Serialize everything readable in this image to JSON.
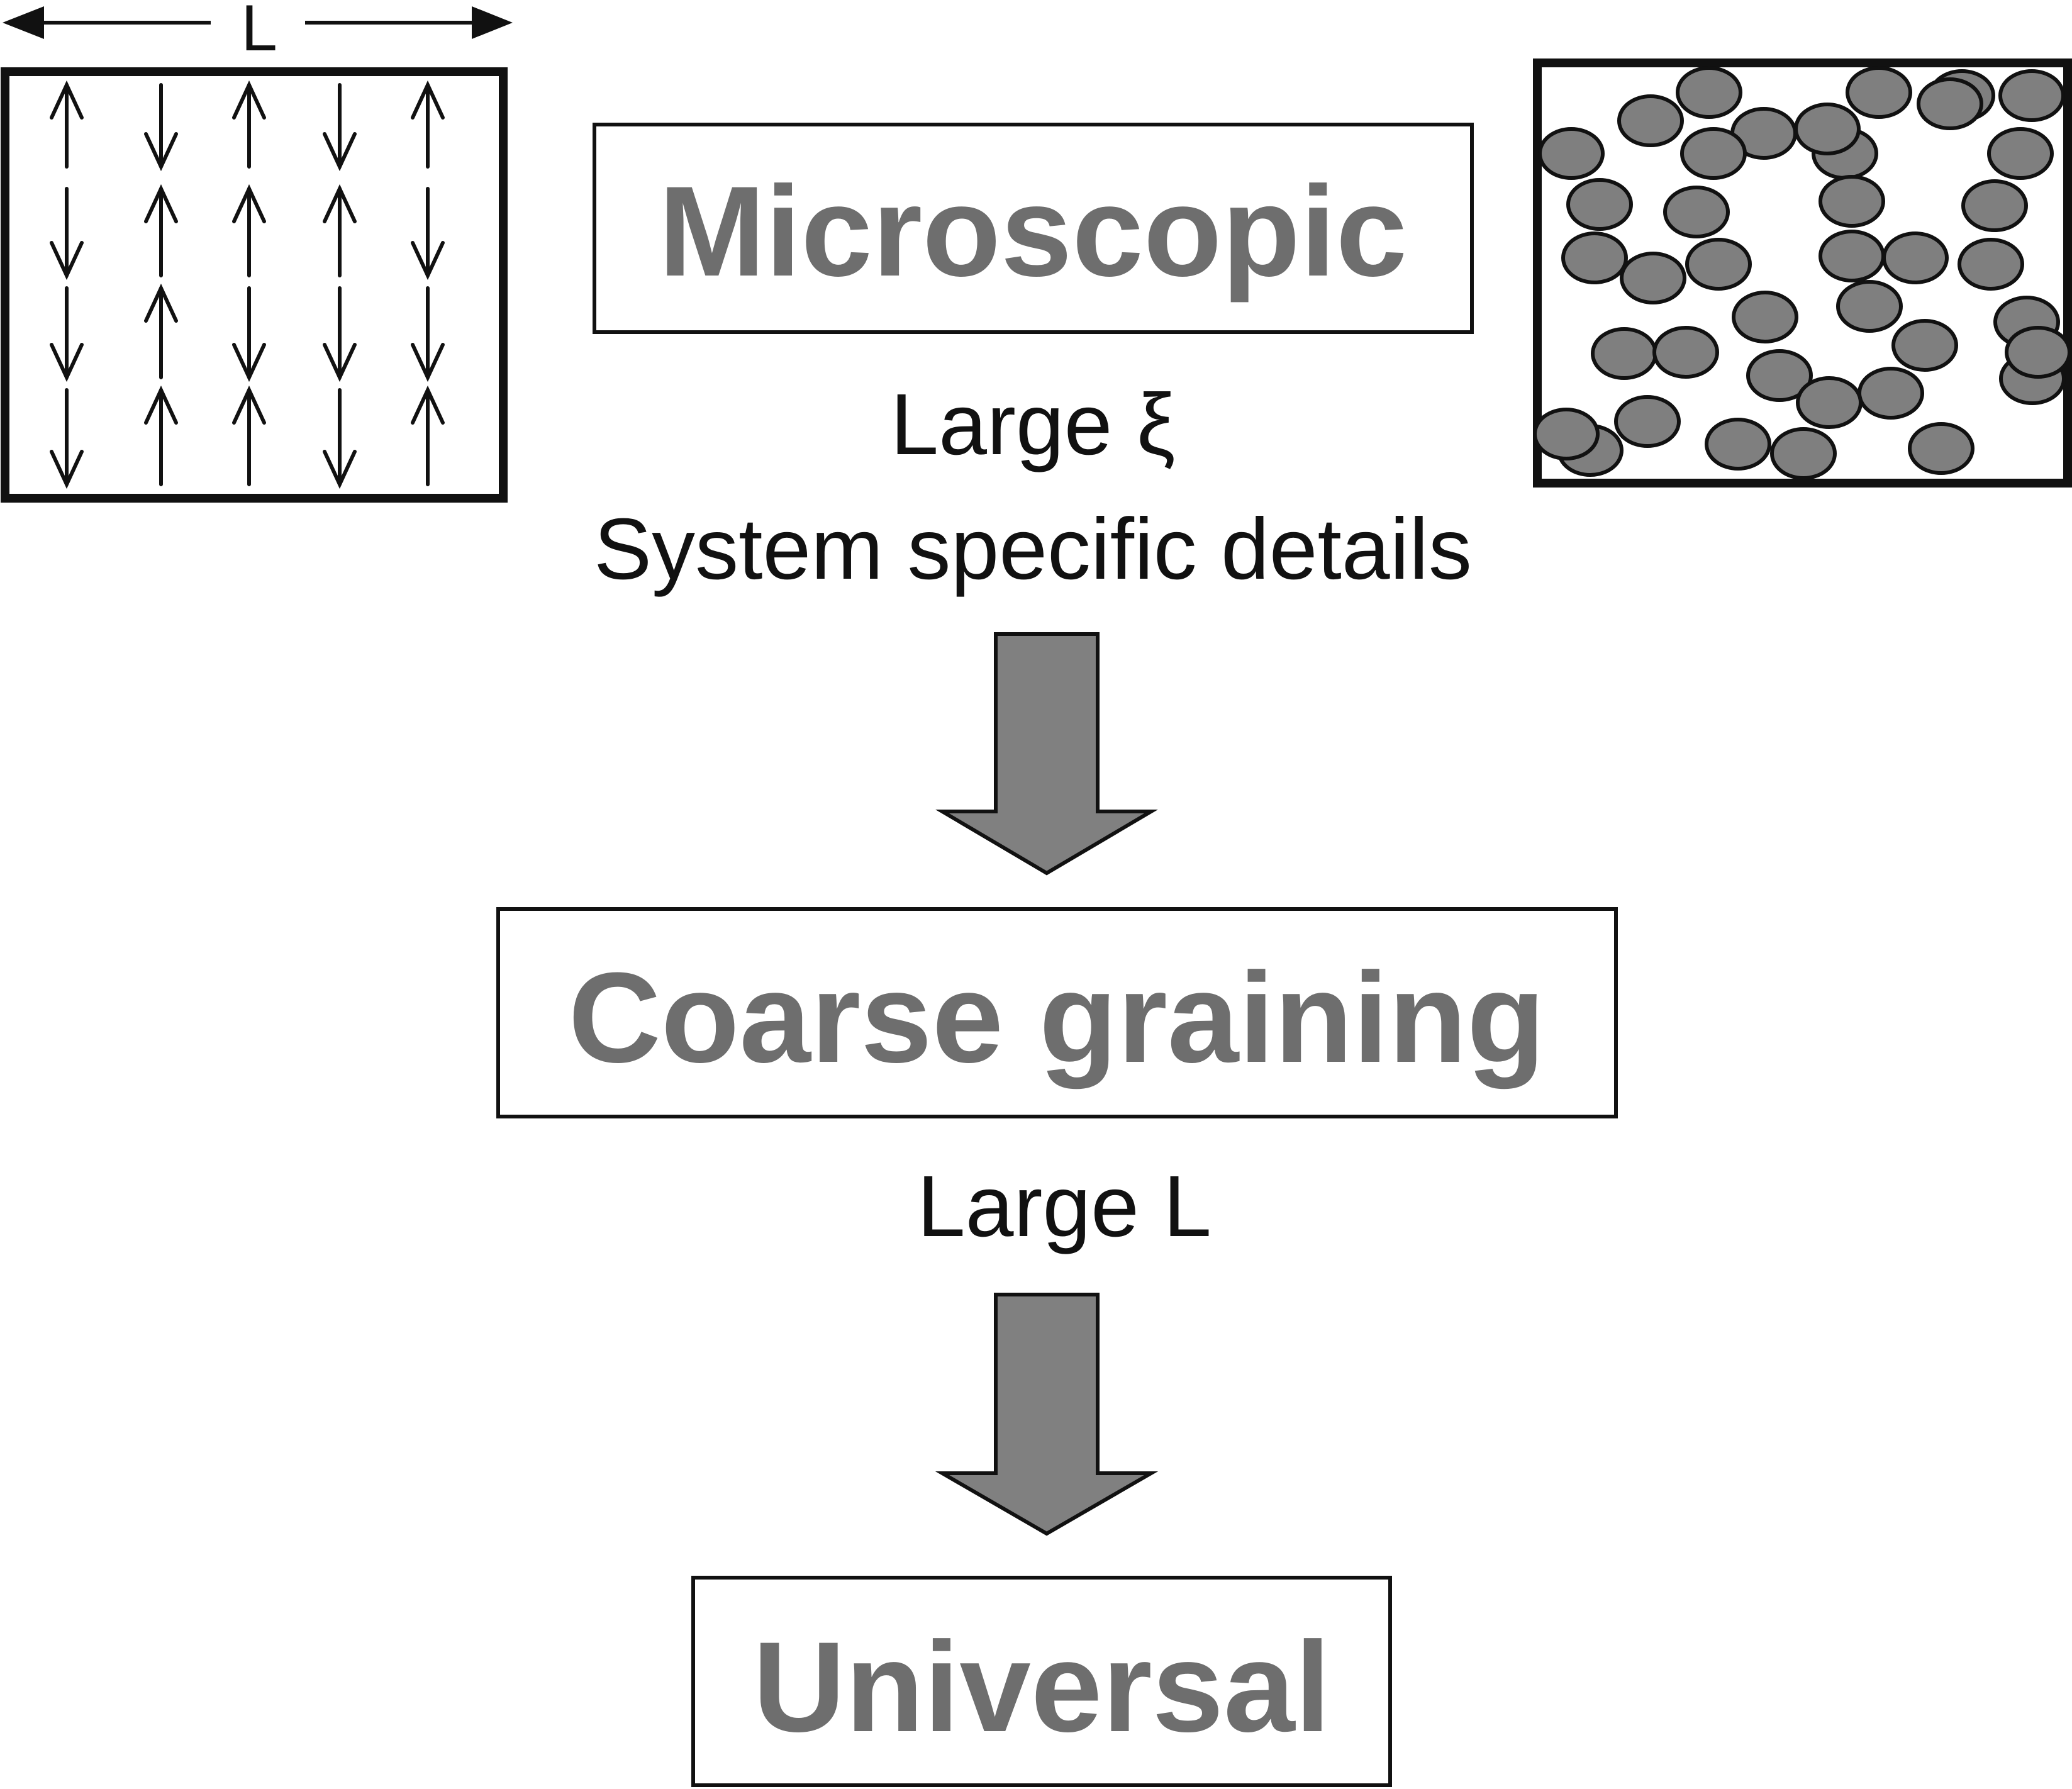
{
  "diagram": {
    "length_label": "L",
    "stages": [
      {
        "id": "microscopic",
        "label": "Microscopic"
      },
      {
        "id": "coarse",
        "label": "Coarse graining"
      },
      {
        "id": "universal",
        "label": "Universal"
      }
    ],
    "captions": {
      "micro_line1": "Large ξ",
      "micro_line2": "System specific details",
      "coarse_line1": "Large L"
    },
    "spin_lattice": {
      "columns": 5,
      "rows": 4,
      "orientations": [
        [
          "up",
          "down",
          "up",
          "down",
          "up"
        ],
        [
          "down",
          "up",
          "up",
          "up",
          "down"
        ],
        [
          "down",
          "up",
          "down",
          "down",
          "down"
        ],
        [
          "down",
          "up",
          "up",
          "down",
          "up"
        ]
      ]
    },
    "particle_box": {
      "particle_count": 39
    },
    "colors": {
      "stage_text": "#6e6e6e",
      "particle_fill": "#7f7f7f",
      "arrow_fill": "#808080",
      "line": "#111111"
    }
  }
}
